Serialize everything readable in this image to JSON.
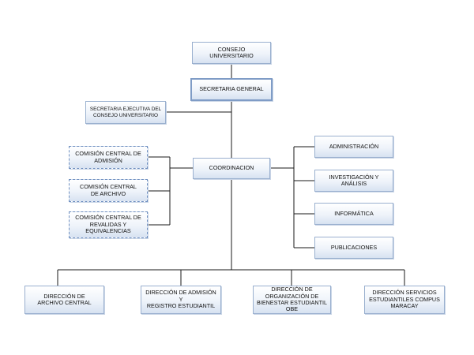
{
  "nodes": {
    "consejo": "CONSEJO UNIVERSITARIO",
    "secretaria": "SECRETARIA GENERAL",
    "secretaria_ejecutiva": "SECRETARIA EJECUTIVA DEL\nCONSEJO UNIVERSITARIO",
    "coordinacion": "COORDINACION",
    "comision_admision": "COMISIÓN CENTRAL DE\nADMISIÓN",
    "comision_archivo": "COMISIÓN CENTRAL\nDE ARCHIVO",
    "comision_reválidas": "COMISIÓN CENTRAL DE\nREVALIDAS Y\nEQUIVALENCIAS",
    "administracion": "ADMINISTRACIÓN",
    "investigacion": "INVESTIGACIÓN Y ANÁLISIS",
    "informatica": "INFORMÁTICA",
    "publicaciones": "PUBLICACIONES",
    "dir_archivo": "DIRECCIÓN DE\nARCHIVO CENTRAL",
    "dir_admision": "DIRECCIÓN DE ADMISIÓN Y\nREGISTRO ESTUDIANTIL",
    "dir_bienestar": "DIRECCIÓN DE\nORGANIZACIÓN DE\nBIENESTAR ESTUDIANTIL\nOBE",
    "dir_servicios": "DIRECCIÓN SERVICIOS\nESTUDIANTILES COMPUS\nMARACAY"
  },
  "colors": {
    "line": "#1a1a1a",
    "box_border": "#9ab0cf",
    "box_fill_bottom": "#d7e2f1"
  }
}
